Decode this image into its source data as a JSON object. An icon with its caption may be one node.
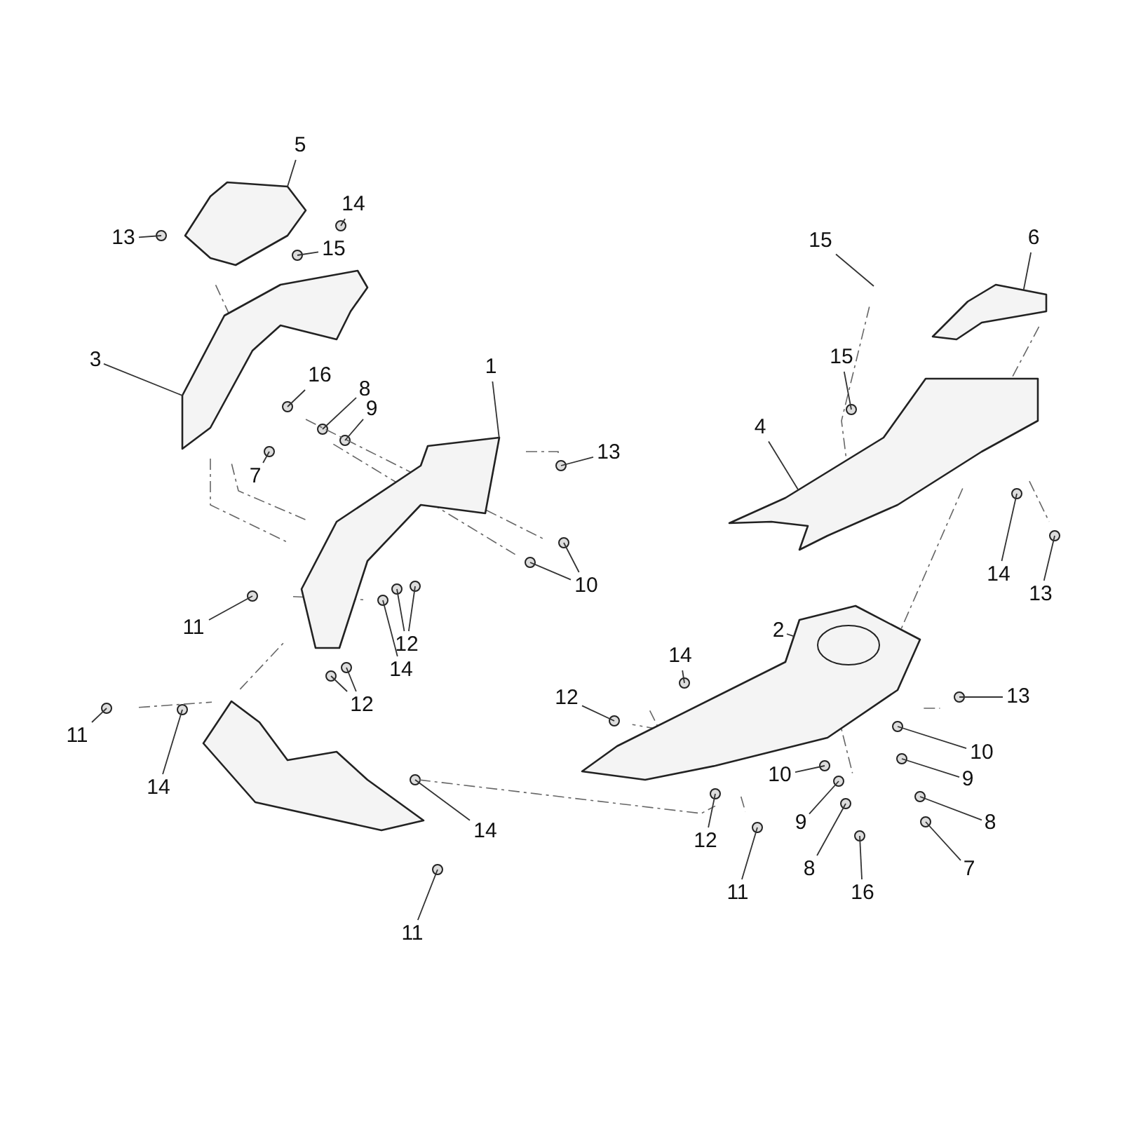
{
  "diagram": {
    "nodes": [
      {
        "text": [
          "5"
        ]
      },
      {
        "text": [
          "13"
        ]
      },
      {
        "text": [
          "14"
        ]
      },
      {
        "text": [
          "15"
        ]
      },
      {
        "text": [
          "3"
        ]
      },
      {
        "text": [
          "16"
        ]
      },
      {
        "text": [
          "8"
        ]
      },
      {
        "text": [
          "9"
        ]
      },
      {
        "text": [
          "1"
        ]
      },
      {
        "text": [
          "7"
        ]
      },
      {
        "text": [
          "13"
        ]
      },
      {
        "text": [
          "10"
        ]
      },
      {
        "text": [
          "11"
        ]
      },
      {
        "text": [
          "12"
        ]
      },
      {
        "text": [
          "14"
        ]
      },
      {
        "text": [
          "12"
        ]
      },
      {
        "text": [
          "11"
        ]
      },
      {
        "text": [
          "14"
        ]
      },
      {
        "text": [
          "14"
        ]
      },
      {
        "text": [
          "11"
        ]
      },
      {
        "text": [
          "15"
        ]
      },
      {
        "text": [
          "6"
        ]
      },
      {
        "text": [
          "15"
        ]
      },
      {
        "text": [
          "4"
        ]
      },
      {
        "text": [
          "14"
        ]
      },
      {
        "text": [
          "13"
        ]
      },
      {
        "text": [
          "2"
        ]
      },
      {
        "text": [
          "14"
        ]
      },
      {
        "text": [
          "12"
        ]
      },
      {
        "text": [
          "13"
        ]
      },
      {
        "text": [
          "10"
        ]
      },
      {
        "text": [
          "10"
        ]
      },
      {
        "text": [
          "9"
        ]
      },
      {
        "text": [
          "9"
        ]
      },
      {
        "text": [
          "8"
        ]
      },
      {
        "text": [
          "12"
        ]
      },
      {
        "text": [
          "8"
        ]
      },
      {
        "text": [
          "11"
        ]
      },
      {
        "text": [
          "16"
        ]
      },
      {
        "text": [
          "7"
        ]
      },
      {
        "text": [],
        "shape": "picture"
      },
      {
        "text": [],
        "shape": "picture"
      },
      {
        "text": [],
        "shape": "picture"
      },
      {
        "text": [],
        "shape": "picture"
      },
      {
        "text": [],
        "shape": "picture"
      },
      {
        "text": [],
        "shape": "picture"
      },
      {
        "text": [],
        "shape": "picture"
      }
    ],
    "edges": [
      {
        "from": 0,
        "to": 40,
        "arrow": "none"
      },
      {
        "from": 1,
        "to": null,
        "arrow": "none"
      },
      {
        "from": 2,
        "to": null,
        "arrow": "none"
      },
      {
        "from": 3,
        "to": null,
        "arrow": "none"
      },
      {
        "from": 4,
        "to": 41,
        "arrow": "none"
      },
      {
        "from": 5,
        "to": null,
        "arrow": "none"
      },
      {
        "from": 6,
        "to": null,
        "arrow": "none"
      },
      {
        "from": 7,
        "to": null,
        "arrow": "none"
      },
      {
        "from": 8,
        "to": 42,
        "arrow": "none"
      },
      {
        "from": 9,
        "to": null,
        "arrow": "none"
      },
      {
        "from": 10,
        "to": null,
        "arrow": "none"
      },
      {
        "from": 11,
        "to": null,
        "arrow": "none"
      },
      {
        "from": 11,
        "to": null,
        "arrow": "none"
      },
      {
        "from": 12,
        "to": null,
        "arrow": "none"
      },
      {
        "from": 13,
        "to": null,
        "arrow": "none"
      },
      {
        "from": 13,
        "to": null,
        "arrow": "none"
      },
      {
        "from": 14,
        "to": null,
        "arrow": "none"
      },
      {
        "from": 15,
        "to": null,
        "arrow": "none"
      },
      {
        "from": 15,
        "to": null,
        "arrow": "none"
      },
      {
        "from": 16,
        "to": null,
        "arrow": "none"
      },
      {
        "from": 17,
        "to": null,
        "arrow": "none"
      },
      {
        "from": 18,
        "to": null,
        "arrow": "none"
      },
      {
        "from": 19,
        "to": null,
        "arrow": "none"
      },
      {
        "from": 20,
        "to": null,
        "arrow": "none"
      },
      {
        "from": 21,
        "to": 44,
        "arrow": "none"
      },
      {
        "from": 22,
        "to": null,
        "arrow": "none"
      },
      {
        "from": 23,
        "to": 45,
        "arrow": "none"
      },
      {
        "from": 24,
        "to": null,
        "arrow": "none"
      },
      {
        "from": 25,
        "to": null,
        "arrow": "none"
      },
      {
        "from": 26,
        "to": 46,
        "arrow": "none"
      },
      {
        "from": 27,
        "to": null,
        "arrow": "none"
      },
      {
        "from": 28,
        "to": null,
        "arrow": "none"
      },
      {
        "from": 29,
        "to": null,
        "arrow": "none"
      },
      {
        "from": 30,
        "to": null,
        "arrow": "none"
      },
      {
        "from": 31,
        "to": null,
        "arrow": "none"
      },
      {
        "from": 32,
        "to": null,
        "arrow": "none"
      },
      {
        "from": 33,
        "to": null,
        "arrow": "none"
      },
      {
        "from": 34,
        "to": null,
        "arrow": "none"
      },
      {
        "from": 35,
        "to": null,
        "arrow": "none"
      },
      {
        "from": 36,
        "to": null,
        "arrow": "none"
      },
      {
        "from": 37,
        "to": null,
        "arrow": "none"
      },
      {
        "from": 38,
        "to": null,
        "arrow": "none"
      },
      {
        "from": 39,
        "to": null,
        "arrow": "none"
      }
    ]
  }
}
